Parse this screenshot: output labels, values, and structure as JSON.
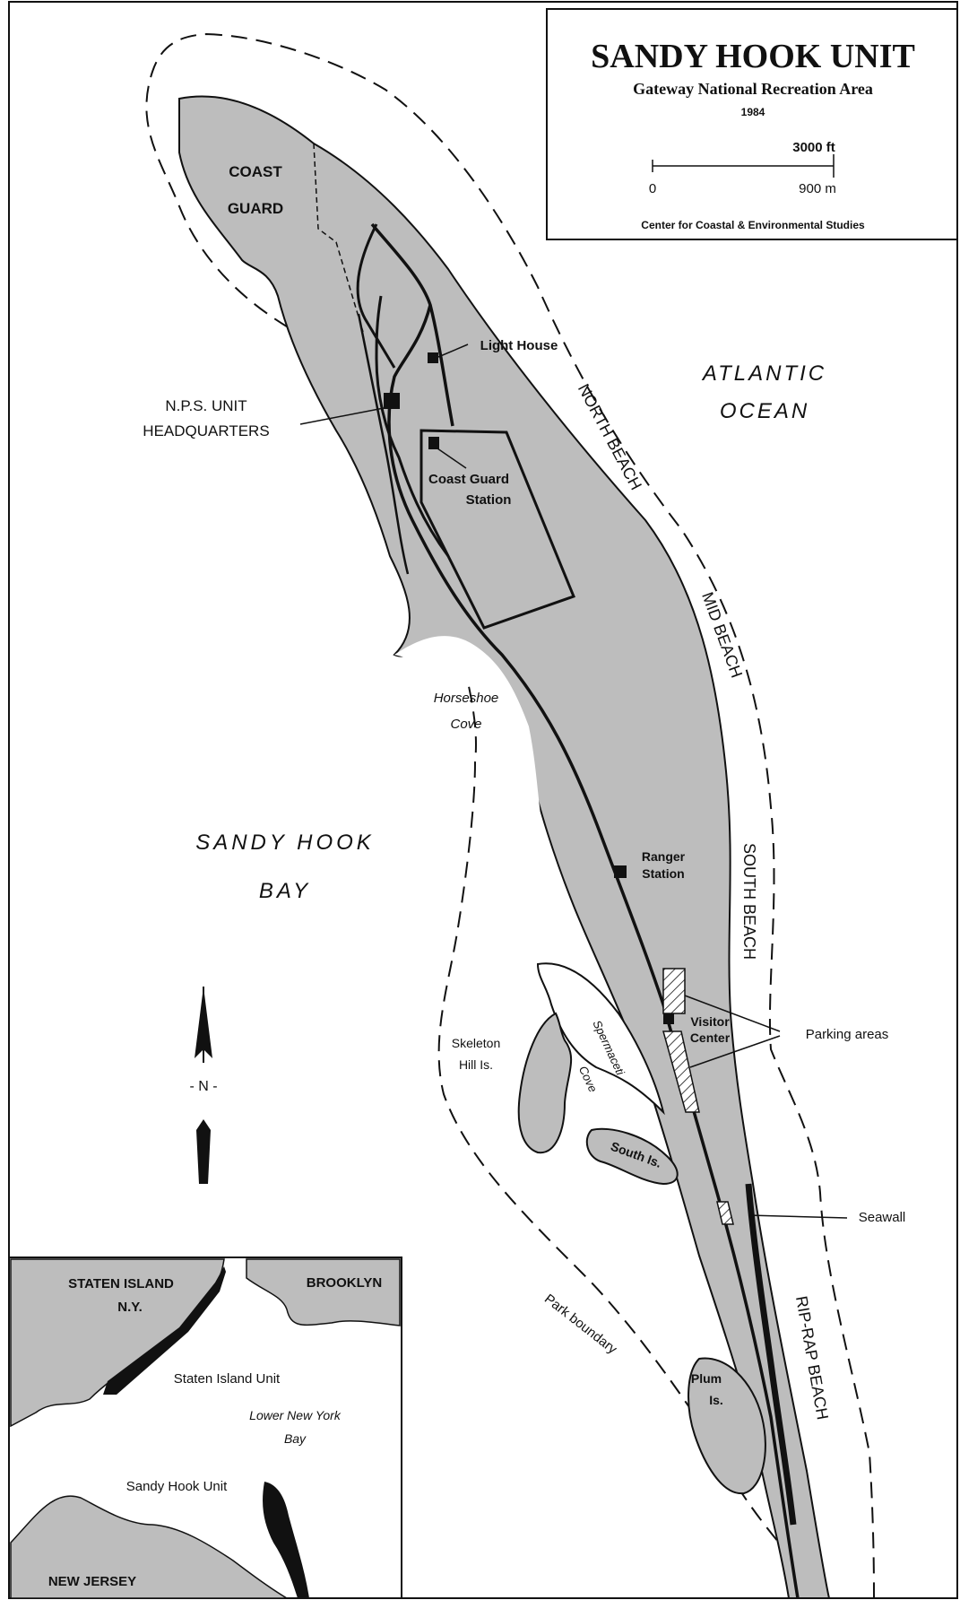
{
  "title": {
    "main": "SANDY HOOK UNIT",
    "subtitle": "Gateway National Recreation Area",
    "year": "1984",
    "credit": "Center for Coastal & Environmental Studies"
  },
  "scale_bar": {
    "zero": "0",
    "ft_label": "3000  ft",
    "m_label": "900   m"
  },
  "water_labels": {
    "atlantic_line1": "ATLANTIC",
    "atlantic_line2": "OCEAN",
    "bay_line1": "SANDY   HOOK",
    "bay_line2": "BAY",
    "horseshoe_line1": "Horseshoe",
    "horseshoe_line2": "Cove",
    "spermaceti_line1": "Spermaceti",
    "spermaceti_line2": "Cove"
  },
  "beach_labels": {
    "north": "NORTH BEACH",
    "mid": "MID BEACH",
    "south": "SOUTH BEACH",
    "riprap": "RIP-RAP BEACH"
  },
  "place_labels": {
    "coast_guard_line1": "COAST",
    "coast_guard_line2": "GUARD",
    "lighthouse": "Light House",
    "hq_line1": "N.P.S. UNIT",
    "hq_line2": "HEADQUARTERS",
    "cg_station_line1": "Coast Guard",
    "cg_station_line2": "Station",
    "ranger_line1": "Ranger",
    "ranger_line2": "Station",
    "visitor_line1": "Visitor",
    "visitor_line2": "Center",
    "parking": "Parking areas",
    "skeleton_line1": "Skeleton",
    "skeleton_line2": "Hill Is.",
    "south_is": "South Is.",
    "plum_line1": "Plum",
    "plum_line2": "Is.",
    "seawall": "Seawall",
    "park_boundary": "Park boundary"
  },
  "north_arrow": {
    "label": "- N -"
  },
  "inset": {
    "staten_line1": "STATEN ISLAND",
    "staten_line2": "N.Y.",
    "brooklyn": "BROOKLYN",
    "staten_unit": "Staten Island Unit",
    "lower_bay_line1": "Lower  New  York",
    "lower_bay_line2": "Bay",
    "sandy_hook_unit": "Sandy Hook Unit",
    "new_jersey": "NEW JERSEY"
  },
  "colors": {
    "land": "#bdbdbd",
    "ink": "#111111",
    "water": "#ffffff"
  }
}
